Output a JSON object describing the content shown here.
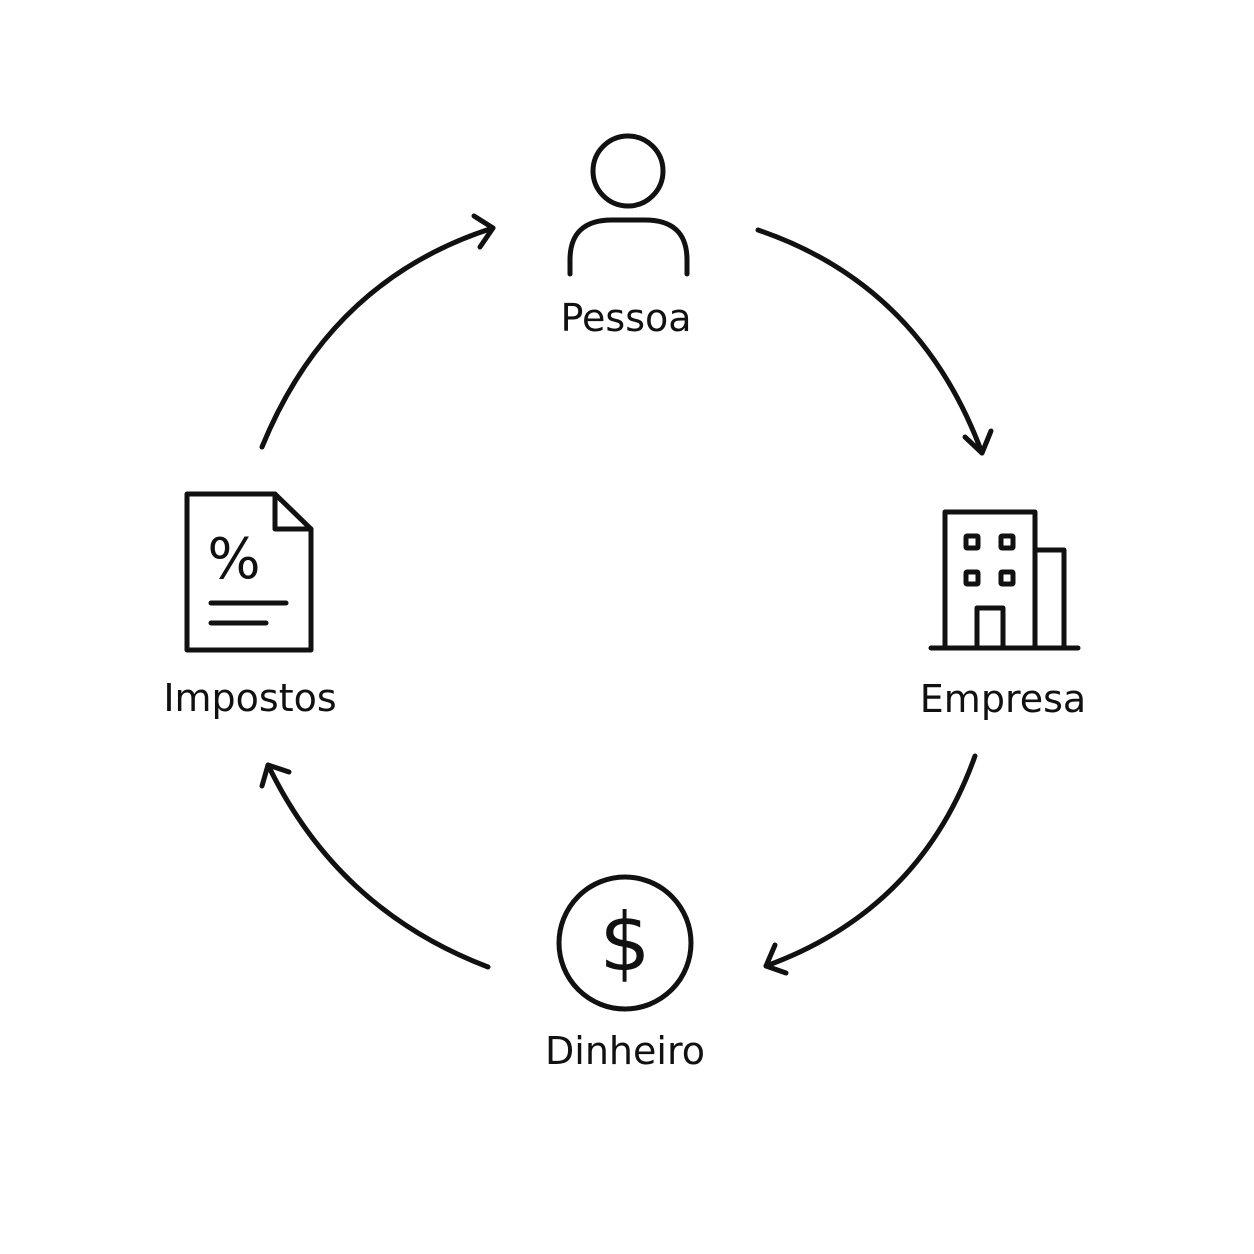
{
  "diagram": {
    "nodes": [
      {
        "id": "pessoa",
        "label": "Pessoa",
        "icon": "person-icon"
      },
      {
        "id": "empresa",
        "label": "Empresa",
        "icon": "building-icon"
      },
      {
        "id": "dinheiro",
        "label": "Dinheiro",
        "icon": "dollar-coin-icon"
      },
      {
        "id": "impostos",
        "label": "Impostos",
        "icon": "tax-document-icon"
      }
    ],
    "edges": [
      {
        "from": "pessoa",
        "to": "empresa"
      },
      {
        "from": "empresa",
        "to": "dinheiro"
      },
      {
        "from": "dinheiro",
        "to": "impostos"
      },
      {
        "from": "impostos",
        "to": "pessoa"
      }
    ],
    "icon_glyphs": {
      "tax_symbol": "%",
      "currency_symbol": "$"
    },
    "colors": {
      "stroke": "#111111",
      "background": "#ffffff"
    }
  }
}
